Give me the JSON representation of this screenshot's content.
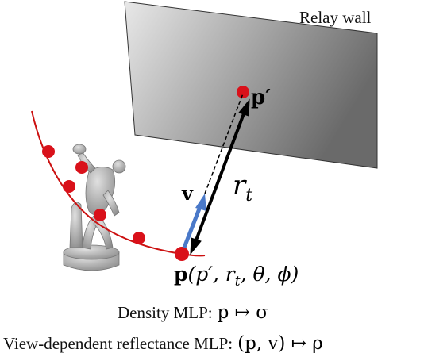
{
  "wall": {
    "label": "Relay wall",
    "colors": {
      "light": "#e6e6e6",
      "dark": "#6f6f6f",
      "edge": "#333333"
    }
  },
  "labels": {
    "p_prime": "p′",
    "v": "v",
    "r_t_main": "r",
    "r_t_sub": "t",
    "p_expr_bold": "p",
    "p_expr_rest": "(p′, r",
    "p_expr_sub": "t",
    "p_expr_tail": ", θ, ϕ)"
  },
  "equations": {
    "density_prefix": "Density MLP:",
    "density_formula": "p ↦ σ",
    "reflectance_prefix": "View-dependent reflectance MLP:",
    "reflectance_formula": "(p, v) ↦ ρ"
  },
  "colors": {
    "curve": "#cc1111",
    "point_fill": "#d9111a",
    "view_arrow": "#4a79c9",
    "distance_arrow": "#000000",
    "statue": "#a8a8a8"
  },
  "icons": {
    "statue": "discobolus-statue-icon"
  }
}
